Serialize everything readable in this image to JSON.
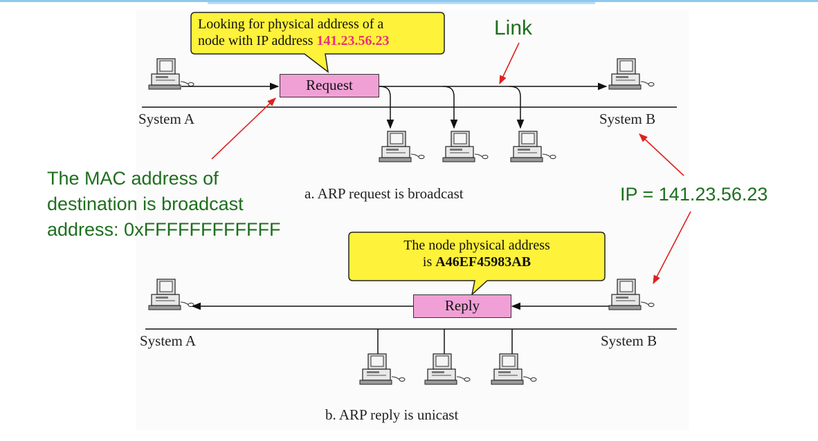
{
  "colors": {
    "callout_fill": "#fff23a",
    "message_box_fill": "#f1a0d6",
    "annotation_green": "#1e6f1e",
    "arrow_red": "#e02020",
    "highlight_pink": "#e8327c"
  },
  "top_panel": {
    "callout_line1": "Looking for physical address of a",
    "callout_line2_prefix": "node with IP address ",
    "callout_ip": "141.23.56.23",
    "message_label": "Request",
    "system_a_label": "System A",
    "system_b_label": "System B",
    "caption": "a. ARP request is broadcast"
  },
  "bottom_panel": {
    "callout_line1": "The node physical address",
    "callout_line2_prefix": "is ",
    "callout_mac": "A46EF45983AB",
    "message_label": "Reply",
    "system_a_label": "System A",
    "system_b_label": "System B",
    "caption": "b. ARP reply is unicast"
  },
  "annotations": {
    "link_label": "Link",
    "mac_line1": "The MAC address of",
    "mac_line2": "destination is broadcast",
    "mac_line3": "address: 0xFFFFFFFFFFFF",
    "ip_label": "IP = 141.23.56.23"
  },
  "icons": [
    "computer-icon"
  ]
}
